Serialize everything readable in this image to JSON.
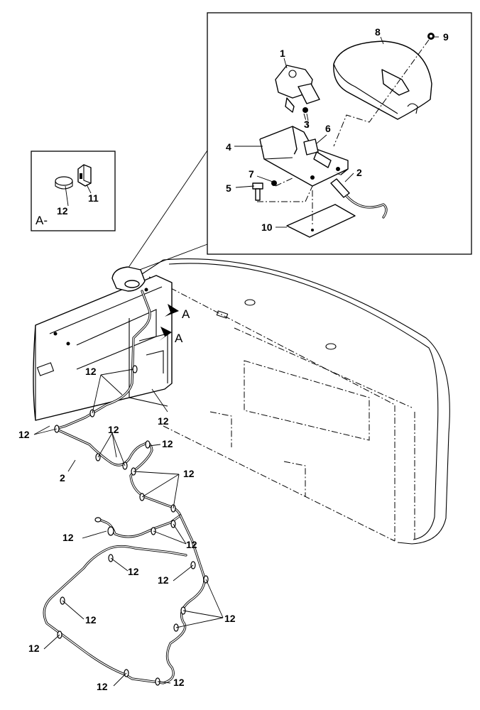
{
  "diagram": {
    "callouts": {
      "c1": "1",
      "c2": "2",
      "c3": "3",
      "c4": "4",
      "c5": "5",
      "c6": "6",
      "c7": "7",
      "c8": "8",
      "c9": "9",
      "c10": "10",
      "c2b": "2"
    },
    "view_marker": "A",
    "detail": {
      "title": "A-",
      "c11": "11",
      "c12": "12"
    },
    "clamp_label": "12",
    "icons": [
      "lamp-assembly-icon",
      "bracket-icon",
      "lamp-cover-icon",
      "bolt-icon",
      "nut-icon",
      "plate-icon",
      "wire-harness-icon",
      "clamp-icon",
      "arrow-icon"
    ]
  }
}
